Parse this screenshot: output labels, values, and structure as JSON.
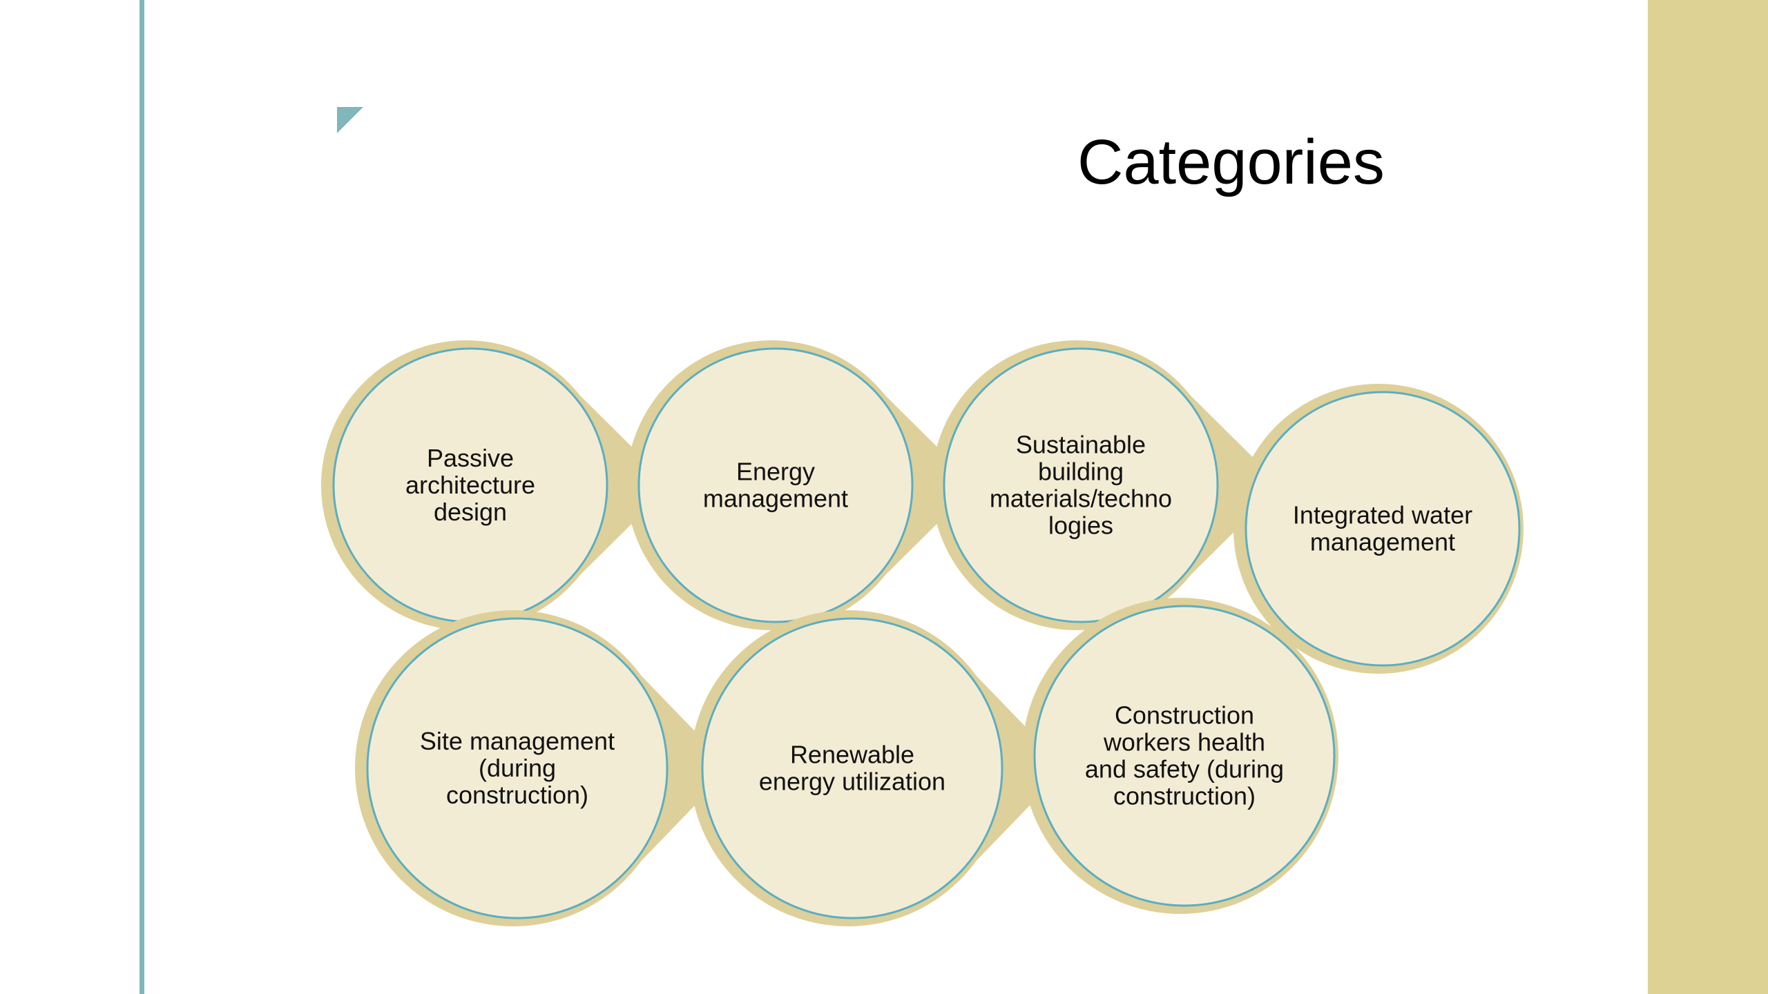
{
  "slide": {
    "title": "Categories",
    "colors": {
      "accent_teal": "#7fb7ba",
      "band_khaki": "#ddd293",
      "bubble_fill": "#f3ecd4",
      "bubble_shadow": "#ddd09a",
      "bubble_ring": "#5aaec2"
    }
  },
  "diagram": {
    "row1": [
      {
        "lines": [
          "Passive",
          "architecture",
          "design"
        ]
      },
      {
        "lines": [
          "Energy",
          "management"
        ]
      },
      {
        "lines": [
          "Sustainable",
          "building",
          "materials/techno",
          "logies"
        ]
      },
      {
        "lines": [
          "Integrated water",
          "management"
        ]
      }
    ],
    "row2": [
      {
        "lines": [
          "Site management",
          "(during",
          "construction)"
        ]
      },
      {
        "lines": [
          "Renewable",
          "energy utilization"
        ]
      },
      {
        "lines": [
          "Construction",
          "workers health",
          "and safety (during",
          "construction)"
        ]
      }
    ]
  }
}
